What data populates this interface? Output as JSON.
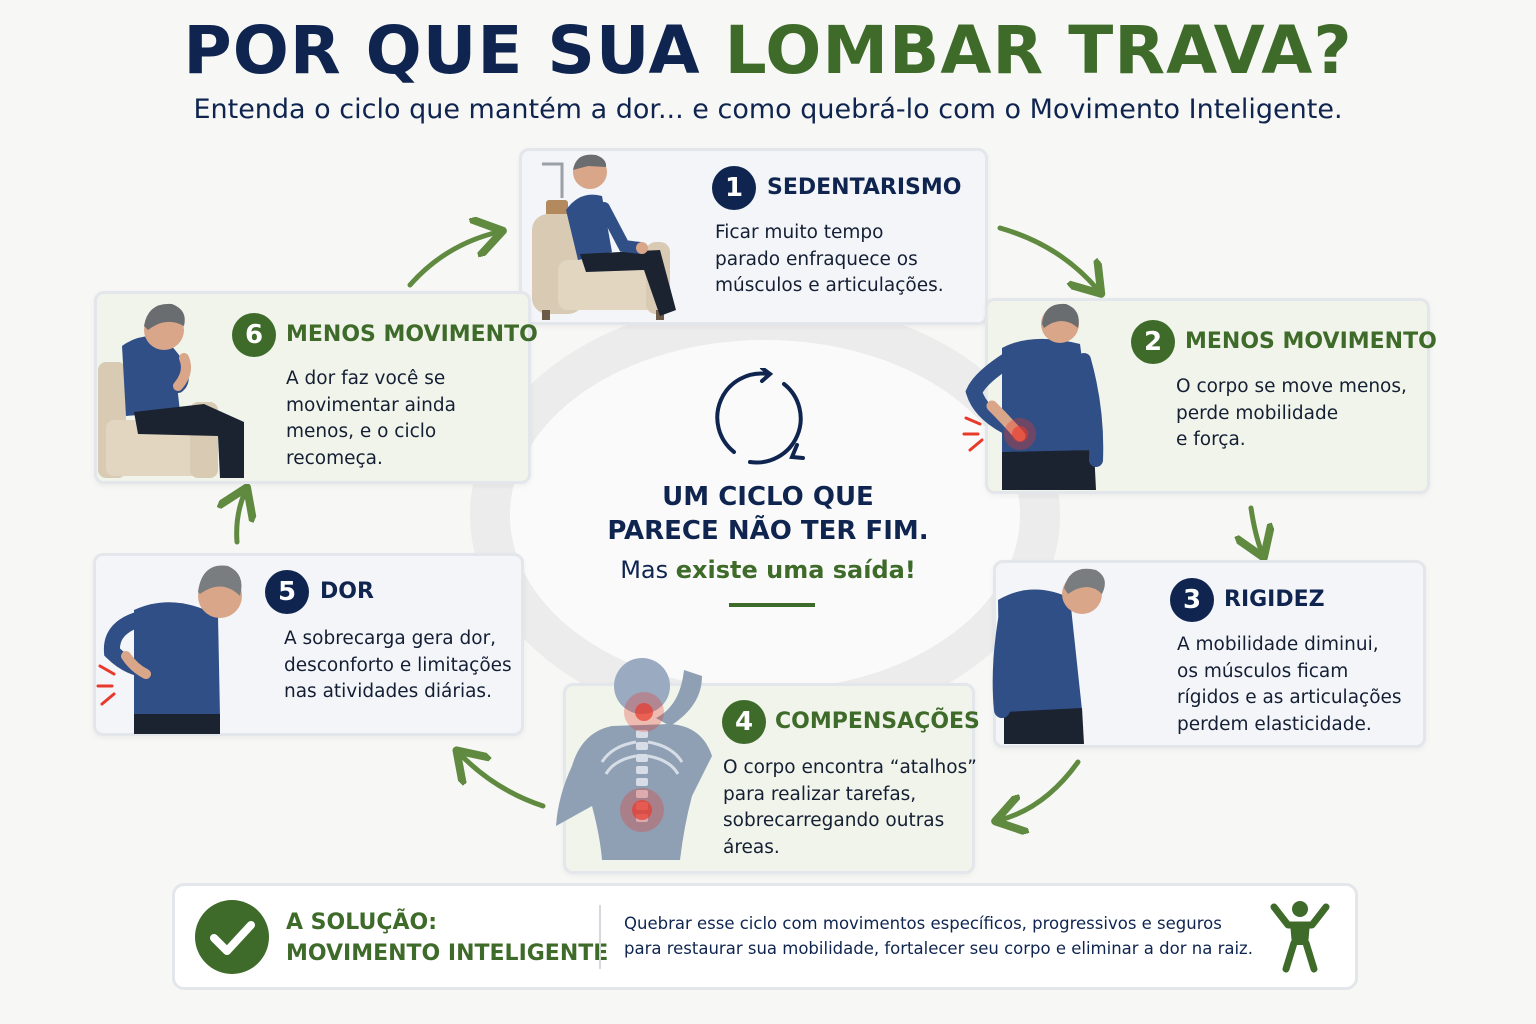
{
  "title": {
    "part1": "POR QUE SUA ",
    "part2": "LOMBAR TRAVA?"
  },
  "subtitle": "Entenda o ciclo que mantém a dor... e como quebrá-lo com o Movimento Inteligente.",
  "colors": {
    "navy": "#0f2550",
    "green": "#3f6b2a",
    "shirt": "#2f4f86",
    "pain": "#e8392b"
  },
  "steps": [
    {
      "number": "1",
      "heading": "SEDENTARISMO",
      "lines": [
        "Ficar muito tempo",
        "parado enfraquece os",
        "músculos e articulações."
      ],
      "icon": "man-sitting-armchair"
    },
    {
      "number": "2",
      "heading": "MENOS MOVIMENTO",
      "lines": [
        "O corpo se move menos,",
        "perde mobilidade",
        "e força."
      ],
      "icon": "man-holding-lower-back"
    },
    {
      "number": "3",
      "heading": "RIGIDEZ",
      "lines": [
        "A mobilidade diminui,",
        "os músculos ficam",
        "rígidos e as articulações",
        "perdem elasticidade."
      ],
      "icon": "man-stiff-bending"
    },
    {
      "number": "4",
      "heading": "COMPENSAÇÕES",
      "lines": [
        "O corpo encontra “atalhos”",
        "para realizar tarefas,",
        "sobrecarregando outras",
        "áreas."
      ],
      "icon": "spine-anatomy"
    },
    {
      "number": "5",
      "heading": "DOR",
      "lines": [
        "A sobrecarga gera dor,",
        "desconforto e limitações",
        "nas atividades diárias."
      ],
      "icon": "man-back-pain"
    },
    {
      "number": "6",
      "heading": "MENOS MOVIMENTO",
      "lines": [
        "A dor faz você se",
        "movimentar ainda",
        "menos, e o ciclo",
        "recomeça."
      ],
      "icon": "man-sitting-thinking"
    }
  ],
  "center": {
    "line1": "UM CICLO QUE",
    "line2": "PARECE NÃO TER FIM.",
    "line3a": "Mas ",
    "line3b": "existe uma saída!",
    "icon": "cycle-arrow-icon"
  },
  "solution": {
    "title_line1": "A SOLUÇÃO:",
    "title_line2": "MOVIMENTO INTELIGENTE",
    "text_line1": "Quebrar esse ciclo com movimentos específicos, progressivos e seguros",
    "text_line2": "para restaurar sua mobilidade, fortalecer seu corpo e eliminar a dor na raiz.",
    "check_icon": "check-circle-icon",
    "person_icon": "person-arms-up-icon"
  }
}
